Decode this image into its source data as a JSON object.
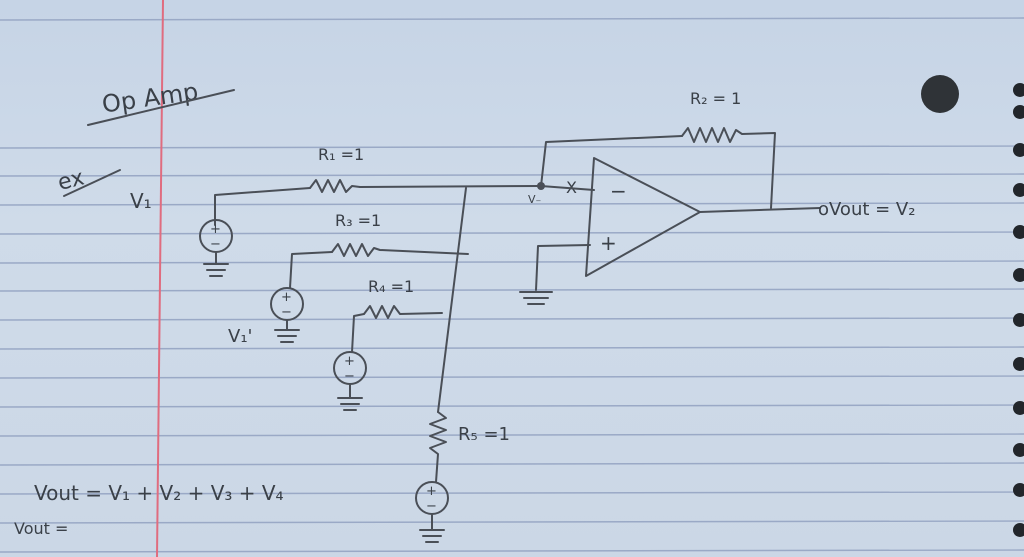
{
  "colors": {
    "paper": "#cbd7e6",
    "rule": "#9aa9c6",
    "margin": "#e06c7f",
    "ink": "#3a4048"
  },
  "heading": {
    "title": "Op Amp",
    "example": "ex"
  },
  "labels": {
    "v1": "V₁",
    "v1_prime": "V₁'",
    "r1": "R₁ =1",
    "r2": "R₂ = 1",
    "r3": "R₃ =1",
    "r4": "R₄ =1",
    "r5": "R₅ =1",
    "node_vminus": "V₋",
    "node_x": "X",
    "vout": "oVout = V₂",
    "minus": "−",
    "plus": "+"
  },
  "source": {
    "plus": "+",
    "minus": "−"
  },
  "equations": {
    "line1": "Vout = V₁ + V₂ + V₃ + V₄",
    "line2": "Vout ="
  }
}
